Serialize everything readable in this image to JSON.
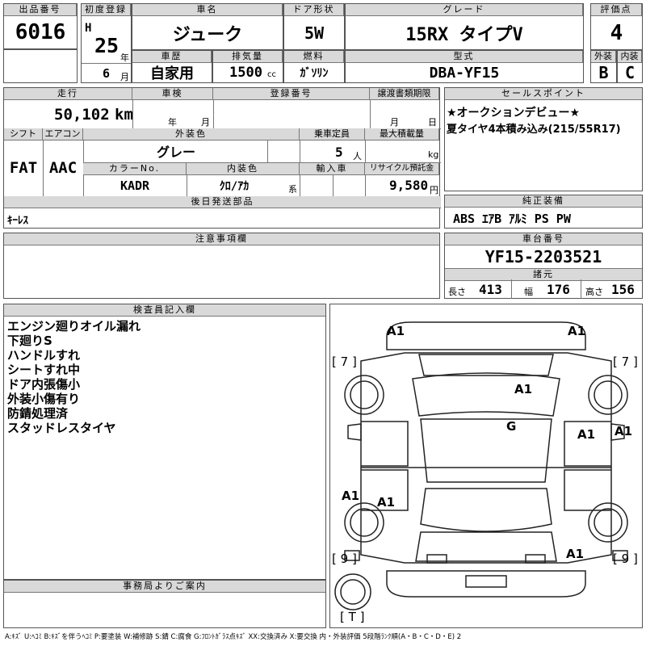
{
  "header": {
    "lot_no_label": "出品番号",
    "lot_no": "6016",
    "first_reg_label": "初度登録",
    "era": "H",
    "year": "25",
    "year_unit": "年",
    "month": "6",
    "month_unit": "月",
    "car_name_label": "車名",
    "car_name": "ジューク",
    "history_label": "車歴",
    "history": "自家用",
    "displacement_label": "排気量",
    "displacement": "1500",
    "displacement_unit": "cc",
    "door_label": "ドア形状",
    "door": "5W",
    "fuel_label": "燃料",
    "fuel": "ｶﾞｿﾘﾝ",
    "grade_label": "グレード",
    "grade": "15RX タイプV",
    "model_label": "型式",
    "model": "DBA-YF15",
    "score_label": "評価点",
    "score": "4",
    "exterior_label": "外装",
    "exterior": "B",
    "interior_label": "内装",
    "interior": "C"
  },
  "row2": {
    "mileage_label": "走行",
    "mileage": "50,102",
    "mileage_unit": "km",
    "inspection_label": "車検",
    "inspection_year_unit": "年",
    "inspection_month_unit": "月",
    "reg_no_label": "登録番号",
    "transfer_label": "譲渡書類期限",
    "transfer_month_unit": "月",
    "transfer_day_unit": "日",
    "shift_label": "シフト",
    "shift": "FAT",
    "ac_label": "エアコン",
    "ac": "AAC",
    "color_label": "外装色",
    "color": "グレー",
    "capacity_label": "乗車定員",
    "capacity": "5",
    "capacity_unit": "人",
    "maxload_label": "最大積載量",
    "maxload_unit": "kg",
    "color_no_label": "カラーNo.",
    "color_no": "KADR",
    "interior_color_label": "内装色",
    "interior_color": "ｸﾛ/ｱｶ",
    "interior_color_suffix": "系",
    "import_label": "輸入車",
    "recycle_label": "リサイクル預託金",
    "recycle": "9,580",
    "recycle_unit": "円"
  },
  "sales_points": {
    "label": "セールスポイント",
    "lines": [
      "★オークションデビュー★",
      "夏タイヤ4本積み込み(215/55R17)"
    ]
  },
  "later_parts": {
    "label": "後日発送部品",
    "value": "ｷｰﾚｽ"
  },
  "equipment": {
    "label": "純正装備",
    "value": "ABS ｴｱB ｱﾙﾐ PS PW"
  },
  "caution": {
    "label": "注意事項欄"
  },
  "chassis": {
    "label": "車台番号",
    "value": "YF15-2203521",
    "spec_label": "諸元",
    "length_label": "長さ",
    "length": "413",
    "width_label": "幅",
    "width": "176",
    "height_label": "高さ",
    "height": "156"
  },
  "inspector": {
    "label": "検査員記入欄",
    "lines": [
      "エンジン廻りオイル漏れ",
      "下廻りS",
      "ハンドルすれ",
      "シートすれ中",
      "ドア内張傷小",
      "外装小傷有り",
      "防錆処理済",
      "スタッドレスタイヤ"
    ]
  },
  "office": {
    "label": "事務局よりご案内"
  },
  "diagram": {
    "marks": [
      "A1",
      "A1",
      "A1",
      "G",
      "A1",
      "A1",
      "A1",
      "A1",
      "A1"
    ],
    "bracket_labels": [
      "7",
      "7",
      "9",
      "9",
      "T"
    ]
  },
  "legend": "A:ｷｽﾞ U:ﾍｺﾐ B:ｷｽﾞを伴うﾍｺﾐ P:要塗装 W:補修跡 S:錆 C:腐食 G:ﾌﾛﾝﾄｶﾞﾗｽ点ｷｽﾞ XX:交換済み X:要交換 内・外装評価 5段階ﾗﾝｸ順(A・B・C・D・E) 2"
}
